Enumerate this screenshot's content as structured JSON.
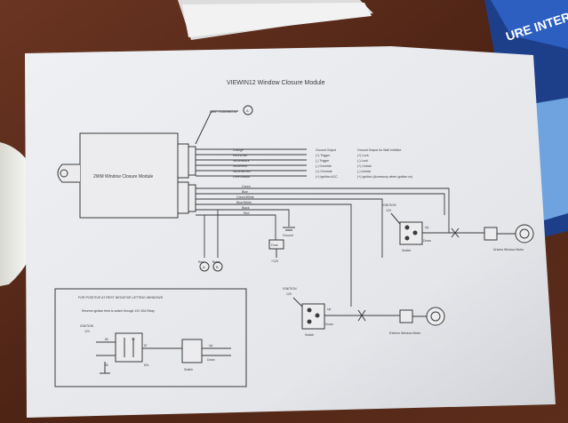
{
  "document": {
    "title": "VIEWIN12 Window Closure Module",
    "module_label": "2WM Window Closure Module",
    "red_connect_label": "Red - Connect to",
    "red_connect_ref": "A",
    "upper_wires": [
      {
        "color": "Orange",
        "function": "Ground Output",
        "note": "Ground Output for Wait Inhibitor"
      },
      {
        "color": "Red/White",
        "function": "(+) Trigger",
        "note": "(+) Lock"
      },
      {
        "color": "White/Black",
        "function": "(-) Trigger",
        "note": "(-) Lock"
      },
      {
        "color": "White/Red",
        "function": "(-) Override",
        "note": "(+) Unlock"
      },
      {
        "color": "White/Brown",
        "function": "(+) Override",
        "note": "(-) Unlock"
      },
      {
        "color": "Green/Black",
        "function": "(+) Ignition ACC",
        "note": "(+) Ignition (Accessory when ignition on)"
      }
    ],
    "lower_wires": [
      "Green",
      "Blue",
      "Green/White",
      "Blue/White",
      "Black",
      "Red"
    ],
    "ground_label": "Ground",
    "fuse_label": "Fuse",
    "plus12_label": "+12V",
    "bottom_left_wires": [
      {
        "color": "Red",
        "ref": "A"
      },
      {
        "color": "Black",
        "ref": "B"
      }
    ],
    "ignition_top": {
      "label": "IGNITION",
      "volt": "12V"
    },
    "switch_up": "Up",
    "switch_down": "Down",
    "switch_label": "Switch",
    "drivers_motor": "Drivers Window Motor",
    "ignition_mid": {
      "label": "IGNITION",
      "volt": "12V"
    },
    "passenger_motor": "Exterior Window Motor",
    "inset": {
      "title": "FOR POSITIVE AT REST NEGATIVE LETTING WINDOWS",
      "note": "Reverse ignition feed to switch through 12V 30A Relay",
      "ignition_label": "IGNITION",
      "ignition_volt": "12V",
      "relay_pins": [
        "30",
        "87",
        "87a",
        "85",
        "86"
      ],
      "up": "Up",
      "down": "Down",
      "switch": "Switch"
    },
    "booklet_text": "URE INTERFACES"
  },
  "colors": {
    "table": "#5a2e1c",
    "paper": "#e8e8ec",
    "ink": "#3a3a3a",
    "booklet_blue": "#1d3f8a"
  }
}
